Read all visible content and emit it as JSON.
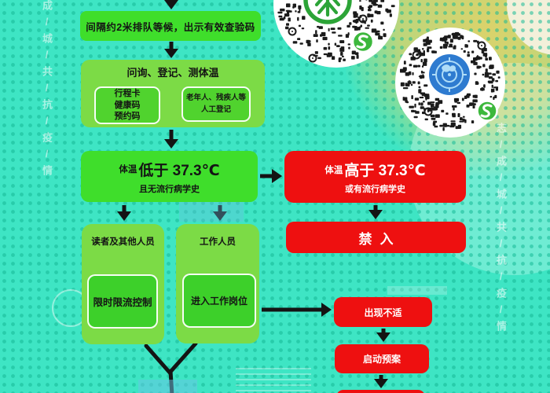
{
  "colors": {
    "background": "#3EE5C4",
    "dot_pattern": "#15B996",
    "green_bright": "#3FDE2B",
    "green_light": "#7CDB46",
    "green_sub": "#50D32E",
    "red": "#EE1010",
    "arrow": "#141414",
    "qr_logo_green": "#2CA437",
    "qr_logo_blue": "#2E7BD0",
    "badge_green": "#3CB83C",
    "yellow_blob": "#DED269"
  },
  "flowchart": {
    "queue_step": "间隔约2米排队等候，出示有效查验码",
    "register_step": {
      "title": "问询、登记、测体温",
      "codes_lines": [
        "行程卡",
        "健康码",
        "预约码"
      ],
      "manual_lines": [
        "老年人、残疾人等",
        "人工登记"
      ]
    },
    "temp_normal": {
      "prefix": "体温",
      "value": "低于 37.3℃",
      "condition": "且无流行病学史"
    },
    "temp_high": {
      "prefix": "体温",
      "value": "高于 37.3℃",
      "condition": "或有流行病学史"
    },
    "deny_entry": "禁入",
    "readers": {
      "title": "读者及其他人员",
      "action": "限时限流控制"
    },
    "staff": {
      "title": "工作人员",
      "action": "进入工作岗位"
    },
    "unwell": "出现不适",
    "activate_plan": "启动预案"
  },
  "watermarks": {
    "left_vertical": "成/城/共/抗/疫/情",
    "right_vertical": "志/成/城/共/抗/疫/情"
  },
  "qr_codes": [
    {
      "name": "circular-qr-green-arrow-logo",
      "badge": "wechat-mini-program-s"
    },
    {
      "name": "circular-qr-blue-radar-logo",
      "badge": "wechat-mini-program-s"
    }
  ]
}
